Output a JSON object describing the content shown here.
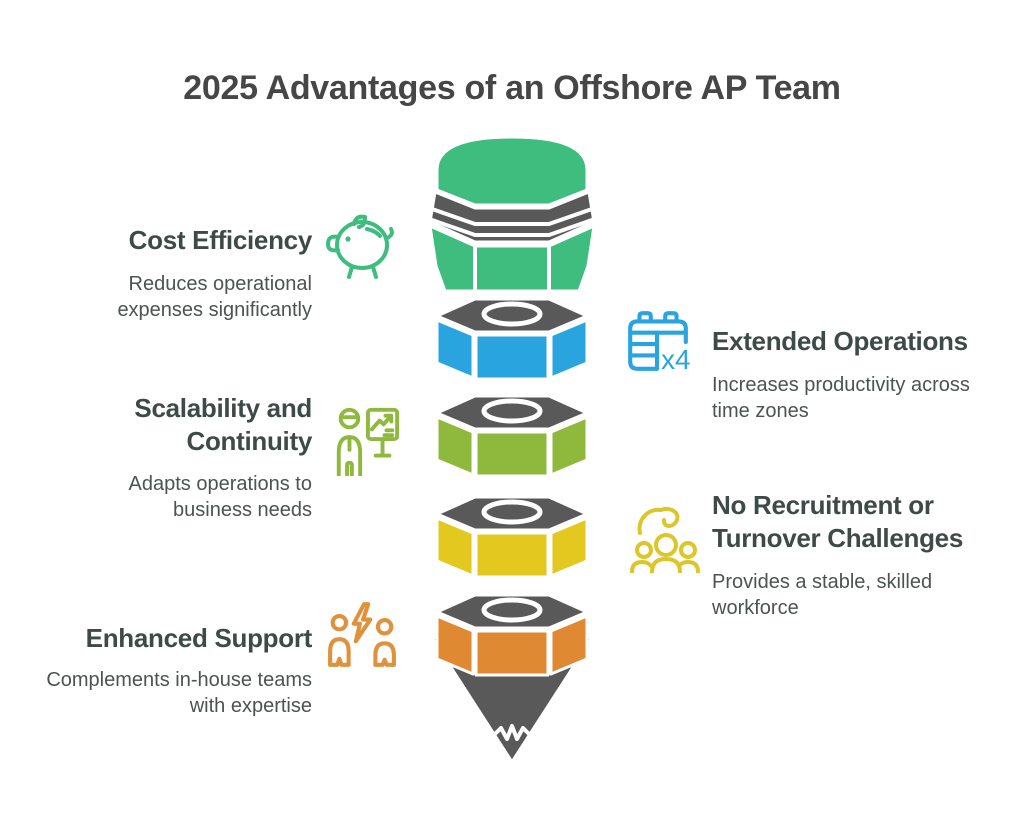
{
  "title": "2025 Advantages of an Offshore AP Team",
  "colors": {
    "green": "#3ebd7e",
    "blue": "#29a4de",
    "lime": "#8eb93c",
    "yellow": "#e3c91f",
    "orange": "#df8a33",
    "dark_gray": "#595959",
    "icon_orange": "#e0913c",
    "icon_yellow": "#ddc62a",
    "title_text": "#464646",
    "heading_text": "#3e4a47",
    "body_text": "#4d5252",
    "background": "#ffffff"
  },
  "features_left": [
    {
      "heading_lines": [
        "Cost Efficiency"
      ],
      "body_lines": [
        "Reduces operational",
        "expenses significantly"
      ],
      "icon": "piggy-bank"
    },
    {
      "heading_lines": [
        "Scalability and",
        "Continuity"
      ],
      "body_lines": [
        "Adapts operations to",
        "business needs"
      ],
      "icon": "presenter-chart"
    },
    {
      "heading_lines": [
        "Enhanced Support"
      ],
      "body_lines": [
        "Complements in-house teams",
        "with expertise"
      ],
      "icon": "people-lightning"
    }
  ],
  "features_right": [
    {
      "heading_lines": [
        "Extended Operations"
      ],
      "body_lines": [
        "Increases productivity across",
        "time zones"
      ],
      "icon": "calendar-x4",
      "badge": "x4"
    },
    {
      "heading_lines": [
        "No Recruitment or",
        "Turnover Challenges"
      ],
      "body_lines": [
        "Provides a stable, skilled",
        "workforce"
      ],
      "icon": "team-hand"
    }
  ],
  "pencil": {
    "segments": [
      "green-eraser",
      "blue",
      "lime",
      "yellow",
      "orange",
      "dark-tip"
    ]
  }
}
